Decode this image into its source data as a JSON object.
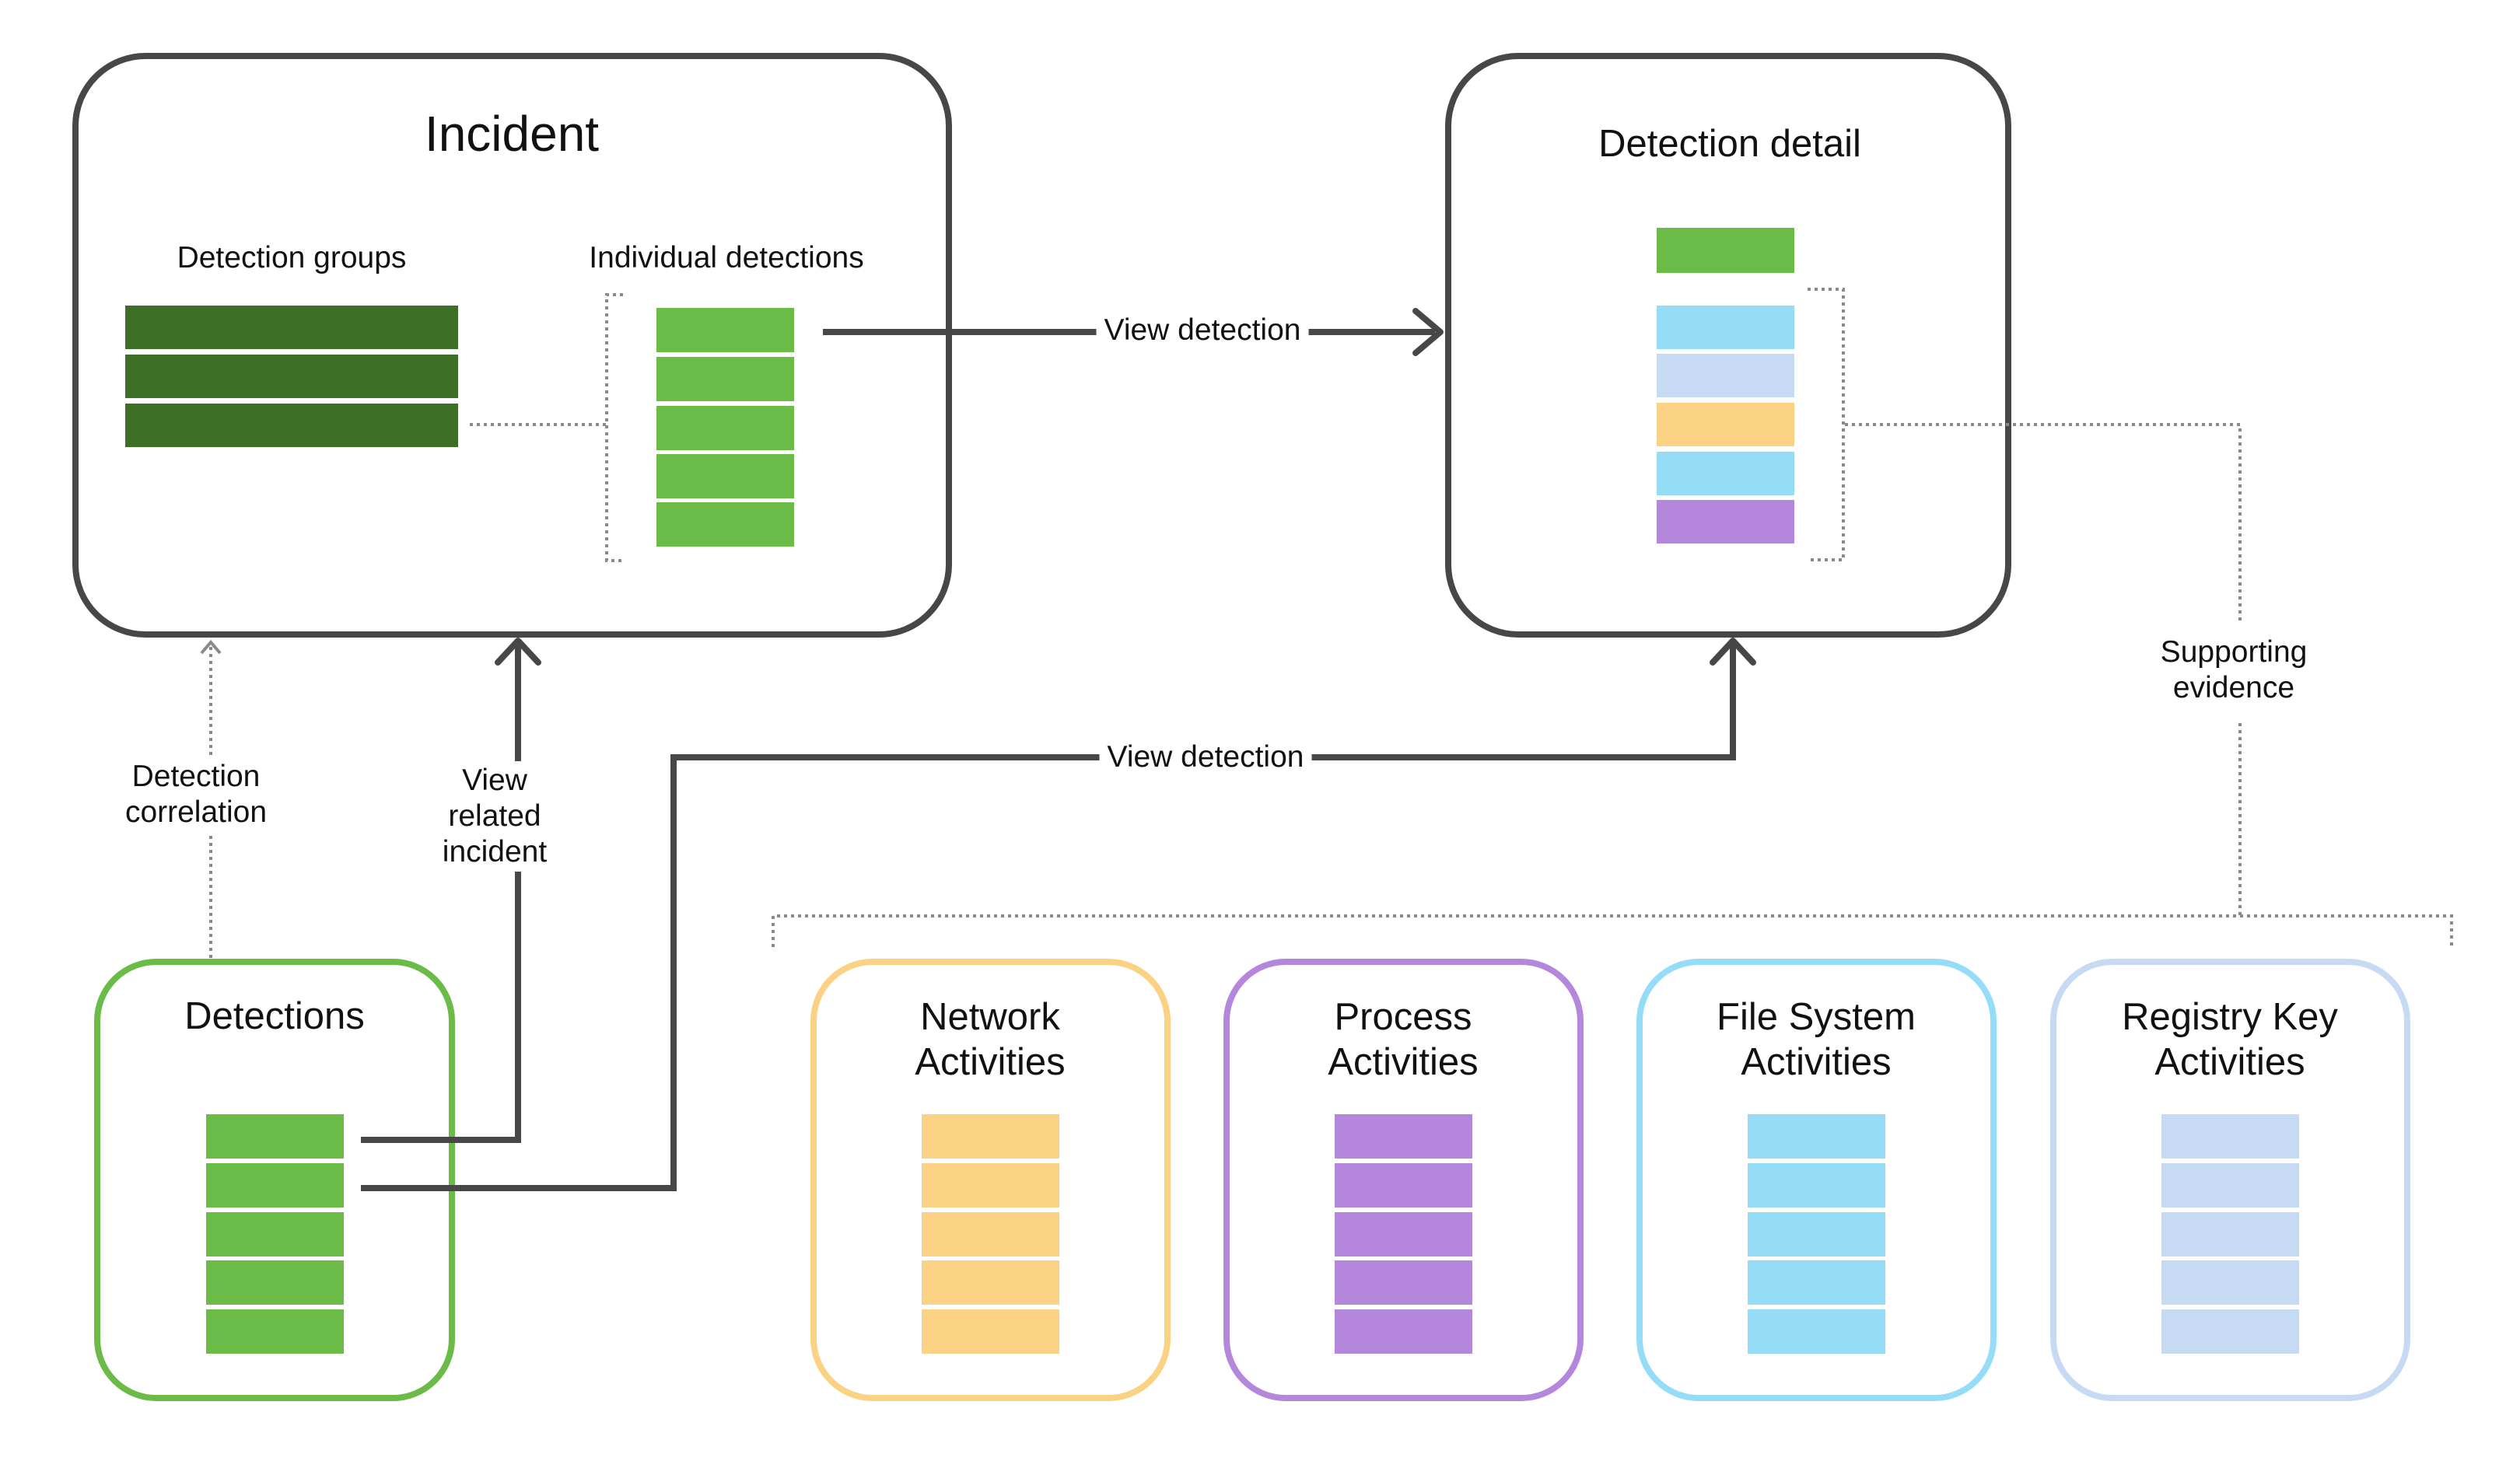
{
  "colors": {
    "frame": "#474747",
    "dotted": "#8a8a8a",
    "group_green": "#3d6e26",
    "detection_green": "#6abb47",
    "network": "#fbd184",
    "process": "#b487dc",
    "file_system": "#95dcf6",
    "registry": "#c7daf4"
  },
  "incident": {
    "title": "Incident",
    "groups_label": "Detection groups",
    "individual_label": "Individual detections"
  },
  "detection_detail": {
    "title": "Detection detail",
    "evidence_swatches": [
      "file_system",
      "registry",
      "network",
      "file_system",
      "process"
    ]
  },
  "detections": {
    "title": "Detections"
  },
  "evidence_boxes": [
    {
      "key": "network",
      "title": "Network\nActivities",
      "color_key": "network"
    },
    {
      "key": "process",
      "title": "Process\nActivities",
      "color_key": "process"
    },
    {
      "key": "file-system",
      "title": "File System\nActivities",
      "color_key": "file_system"
    },
    {
      "key": "registry-key",
      "title": "Registry Key\nActivities",
      "color_key": "registry"
    }
  ],
  "edges": {
    "view_detection_top": "View detection",
    "view_detection_bottom": "View detection",
    "view_related_incident": "View\nrelated\nincident",
    "detection_correlation": "Detection\ncorrelation",
    "supporting_evidence": "Supporting\nevidence"
  }
}
